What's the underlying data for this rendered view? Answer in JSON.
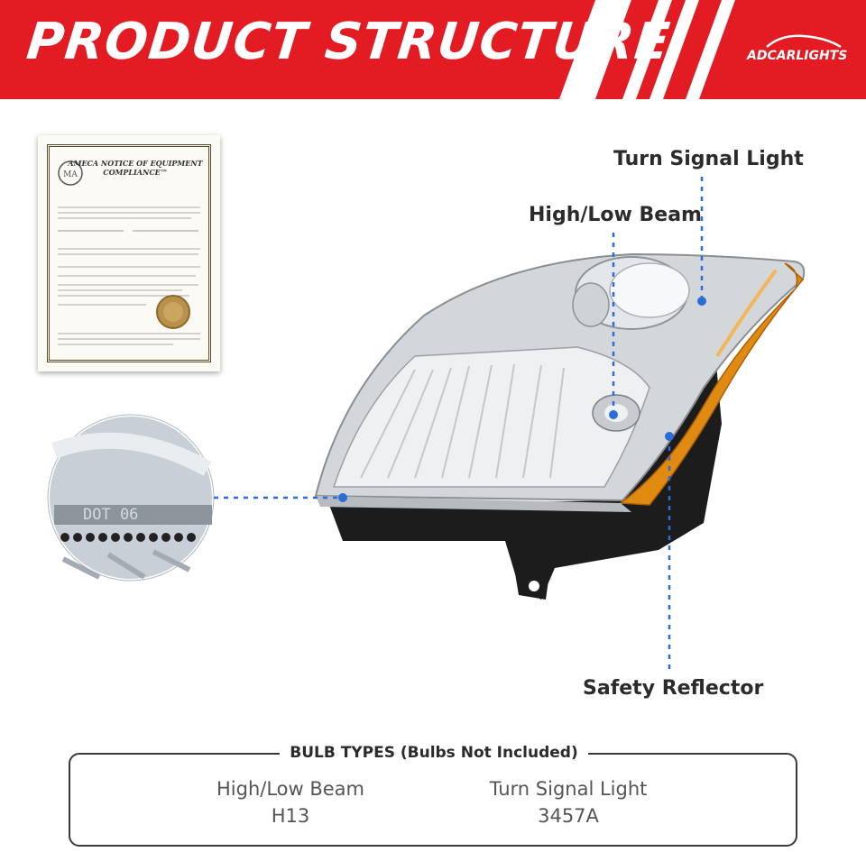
{
  "banner": {
    "title": "PRODUCT STRUCTURE",
    "brand": "ADCARLIGHTS",
    "colors": {
      "red": "#e31b23",
      "white": "#ffffff"
    }
  },
  "certificate": {
    "heading": "AMECA NOTICE OF EQUIPMENT COMPLIANCE™",
    "seal_icon": "gold-seal-icon"
  },
  "callouts": {
    "turn_signal": "Turn Signal Light",
    "high_low_beam": "High/Low Beam",
    "safety_reflector": "Safety Reflector",
    "dot_marking": "DOT 06",
    "line_color": "#2a6dd6"
  },
  "bulb_types": {
    "title": "BULB TYPES (Bulbs Not Included)",
    "items": [
      {
        "name": "High/Low Beam",
        "type": "H13"
      },
      {
        "name": "Turn Signal Light",
        "type": "3457A"
      }
    ]
  }
}
